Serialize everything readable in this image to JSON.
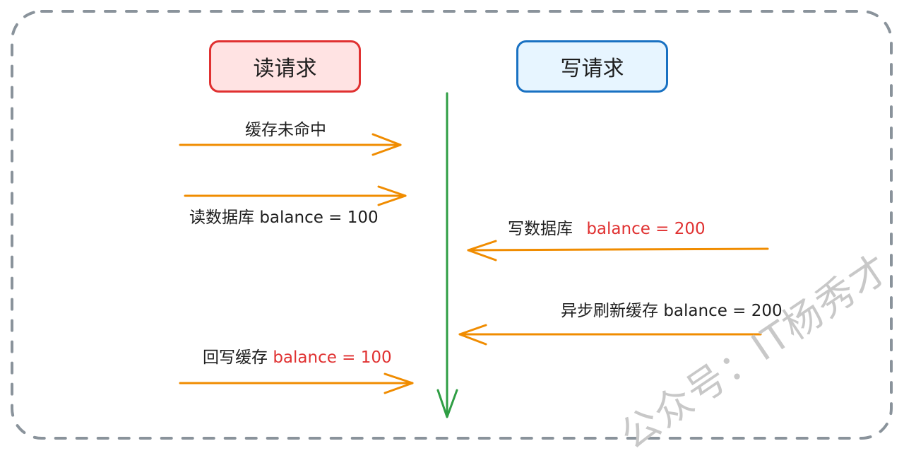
{
  "colors": {
    "border": "#8a939b",
    "arrow": "#f08c00",
    "timeline": "#2f9e44",
    "read_fill": "#ffe3e3",
    "read_stroke": "#e03131",
    "write_fill": "#e7f5ff",
    "write_stroke": "#1971c2",
    "highlight": "#e03131"
  },
  "headers": {
    "read": "读请求",
    "write": "写请求"
  },
  "steps": [
    {
      "side": "read",
      "direction": "right",
      "text": "缓存未命中",
      "value": ""
    },
    {
      "side": "read",
      "direction": "right",
      "text": "读数据库",
      "value": "balance = 100",
      "value_highlight": false
    },
    {
      "side": "write",
      "direction": "left",
      "text": "写数据库",
      "value": "balance = 200",
      "value_highlight": true
    },
    {
      "side": "write",
      "direction": "left",
      "text": "异步刷新缓存",
      "value": "balance = 200",
      "value_highlight": false
    },
    {
      "side": "read",
      "direction": "right",
      "text": "回写缓存",
      "value": "balance = 100",
      "value_highlight": true
    }
  ],
  "watermark": "公众号：IT杨秀才"
}
